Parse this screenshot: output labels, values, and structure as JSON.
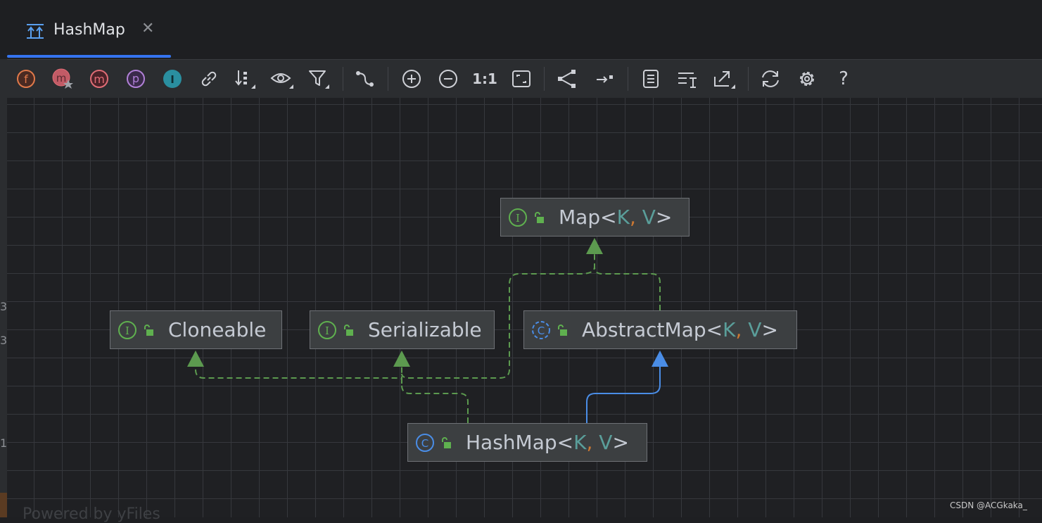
{
  "tab": {
    "label": "HashMap",
    "close_glyph": "✕",
    "icon": "hierarchy-icon"
  },
  "toolbar": {
    "items": [
      {
        "name": "fields-toggle",
        "glyph": "f",
        "color": "#e0794a"
      },
      {
        "name": "inherited-members-toggle",
        "glyph": "m",
        "color": "#e06c75"
      },
      {
        "name": "methods-toggle",
        "glyph": "m",
        "color": "#e06c75"
      },
      {
        "name": "properties-toggle",
        "glyph": "p",
        "color": "#b180d7"
      },
      {
        "name": "inner-classes-toggle",
        "glyph": "I",
        "color": "#3eb8c8"
      },
      {
        "name": "show-dependencies",
        "icon": "link-icon"
      },
      {
        "name": "sort-order",
        "icon": "sort-icon"
      },
      {
        "name": "visibility-filter",
        "icon": "eye-icon"
      },
      {
        "name": "scope-filter",
        "icon": "funnel-icon"
      },
      {
        "name": "edge-routing",
        "icon": "route-icon"
      },
      {
        "name": "zoom-in",
        "icon": "zoom-in-icon"
      },
      {
        "name": "zoom-out",
        "icon": "zoom-out-icon"
      },
      {
        "name": "actual-size",
        "text": "1:1"
      },
      {
        "name": "fit-content",
        "icon": "fit-icon"
      },
      {
        "name": "layout",
        "icon": "layout-icon"
      },
      {
        "name": "apply-layout",
        "icon": "arrow-right-icon"
      },
      {
        "name": "copy-diagram",
        "icon": "copy-icon"
      },
      {
        "name": "show-edge-labels",
        "icon": "text-format-icon"
      },
      {
        "name": "export-diagram",
        "icon": "export-icon"
      },
      {
        "name": "refresh",
        "icon": "refresh-icon"
      },
      {
        "name": "settings",
        "icon": "gear-icon"
      },
      {
        "name": "help",
        "text": "?"
      }
    ]
  },
  "nodes": {
    "map": {
      "name": "Map",
      "open": "<",
      "k": "K",
      "comma": ",",
      "v": " V",
      "close": ">",
      "kind": "interface"
    },
    "cloneable": {
      "name": "Cloneable",
      "kind": "interface"
    },
    "serializable": {
      "name": "Serializable",
      "kind": "interface"
    },
    "abstractmap": {
      "name": "AbstractMap",
      "open": "<",
      "k": "K",
      "comma": ",",
      "v": " V",
      "close": ">",
      "kind": "abstract-class"
    },
    "hashmap": {
      "name": "HashMap",
      "open": "<",
      "k": "K",
      "comma": ",",
      "v": " V",
      "close": ">",
      "kind": "class"
    }
  },
  "edge_colors": {
    "implements": "#5c9a4f",
    "extends": "#4a8de6"
  },
  "ruler": [
    "3",
    "3",
    "1"
  ],
  "footer": {
    "powered": "Powered by yFiles"
  },
  "watermark": "CSDN @ACGkaka_"
}
